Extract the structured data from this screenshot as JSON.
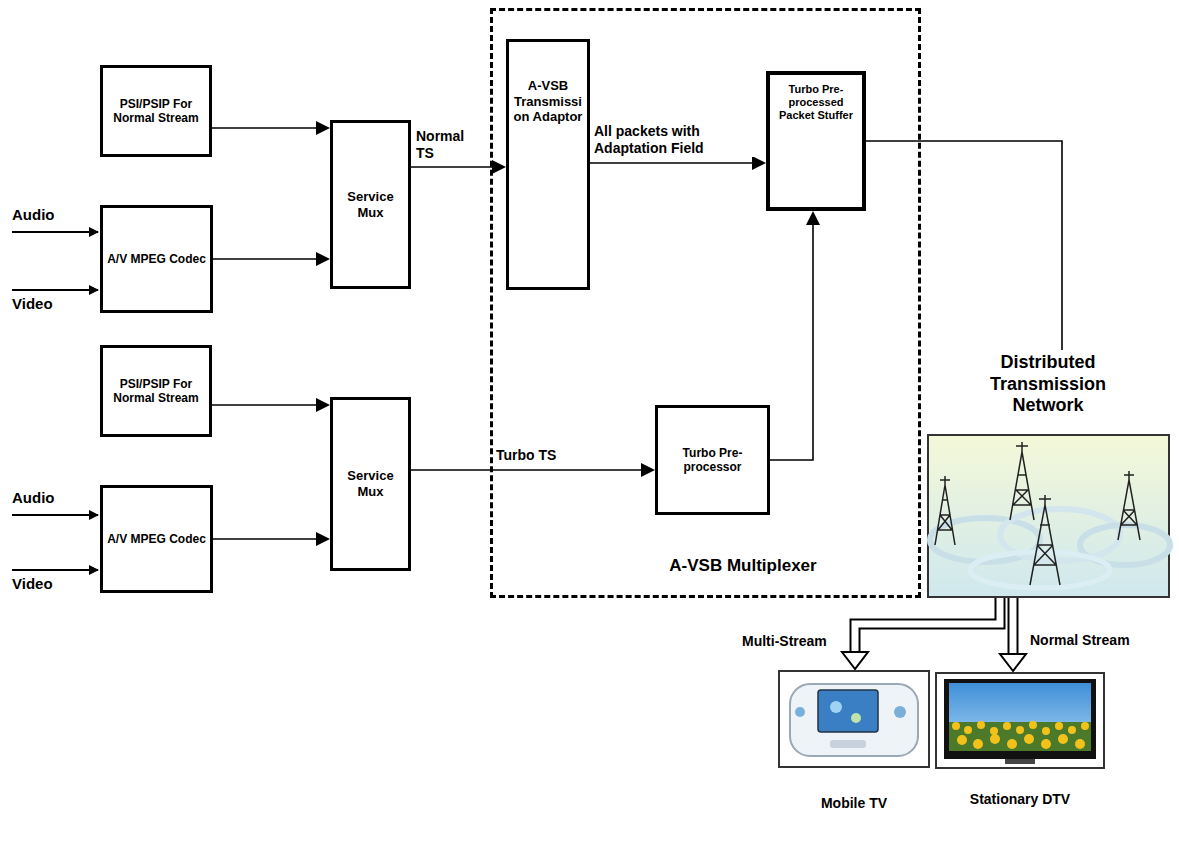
{
  "diagram": {
    "nodes": [
      {
        "text": [
          "PSI/PSIP For Normal Stream"
        ]
      },
      {
        "text": [
          "A/V MPEG Codec"
        ]
      },
      {
        "text": [
          "Service Mux"
        ]
      },
      {
        "text": [
          "A-VSB Multiplexer"
        ]
      },
      {
        "text": [
          "A-VSB Transmissi on Adaptor"
        ],
        "in": 3
      },
      {
        "text": [
          "Turbo Pre-processed Packet Stuffer"
        ],
        "in": 3
      },
      {
        "text": [
          "Turbo Pre-processor"
        ],
        "in": 3
      },
      {
        "text": [
          "PSI/PSIP For Normal Stream"
        ]
      },
      {
        "text": [
          "A/V MPEG Codec"
        ]
      },
      {
        "text": [
          "Service Mux"
        ]
      },
      {
        "text": [
          "Distributed Transmission Network"
        ]
      },
      {
        "text": [
          "Mobile TV"
        ]
      },
      {
        "text": [
          "Stationary DTV"
        ]
      }
    ],
    "edges": [
      {
        "from": 0,
        "to": 2,
        "arrow": "to"
      },
      {
        "from": 1,
        "to": 2,
        "arrow": "to"
      },
      {
        "from": 2,
        "to": 4,
        "label": "Normal TS",
        "arrow": "to"
      },
      {
        "from": 4,
        "to": 5,
        "label": "All packets with Adaptation Field",
        "arrow": "to"
      },
      {
        "from": 9,
        "to": 6,
        "label": "Turbo TS",
        "arrow": "to"
      },
      {
        "from": 6,
        "to": 5,
        "arrow": "to"
      },
      {
        "from": 5,
        "to": 10,
        "arrow": "none"
      },
      {
        "from": 10,
        "to": 11,
        "label": "Multi-Stream",
        "arrow": "to"
      },
      {
        "from": 10,
        "to": 12,
        "label": "Normal Stream",
        "arrow": "to"
      },
      {
        "from": 7,
        "to": 9,
        "arrow": "to"
      },
      {
        "from": 8,
        "to": 9,
        "arrow": "to"
      }
    ],
    "labels": [
      "Audio",
      "Video",
      "Audio",
      "Video"
    ]
  }
}
